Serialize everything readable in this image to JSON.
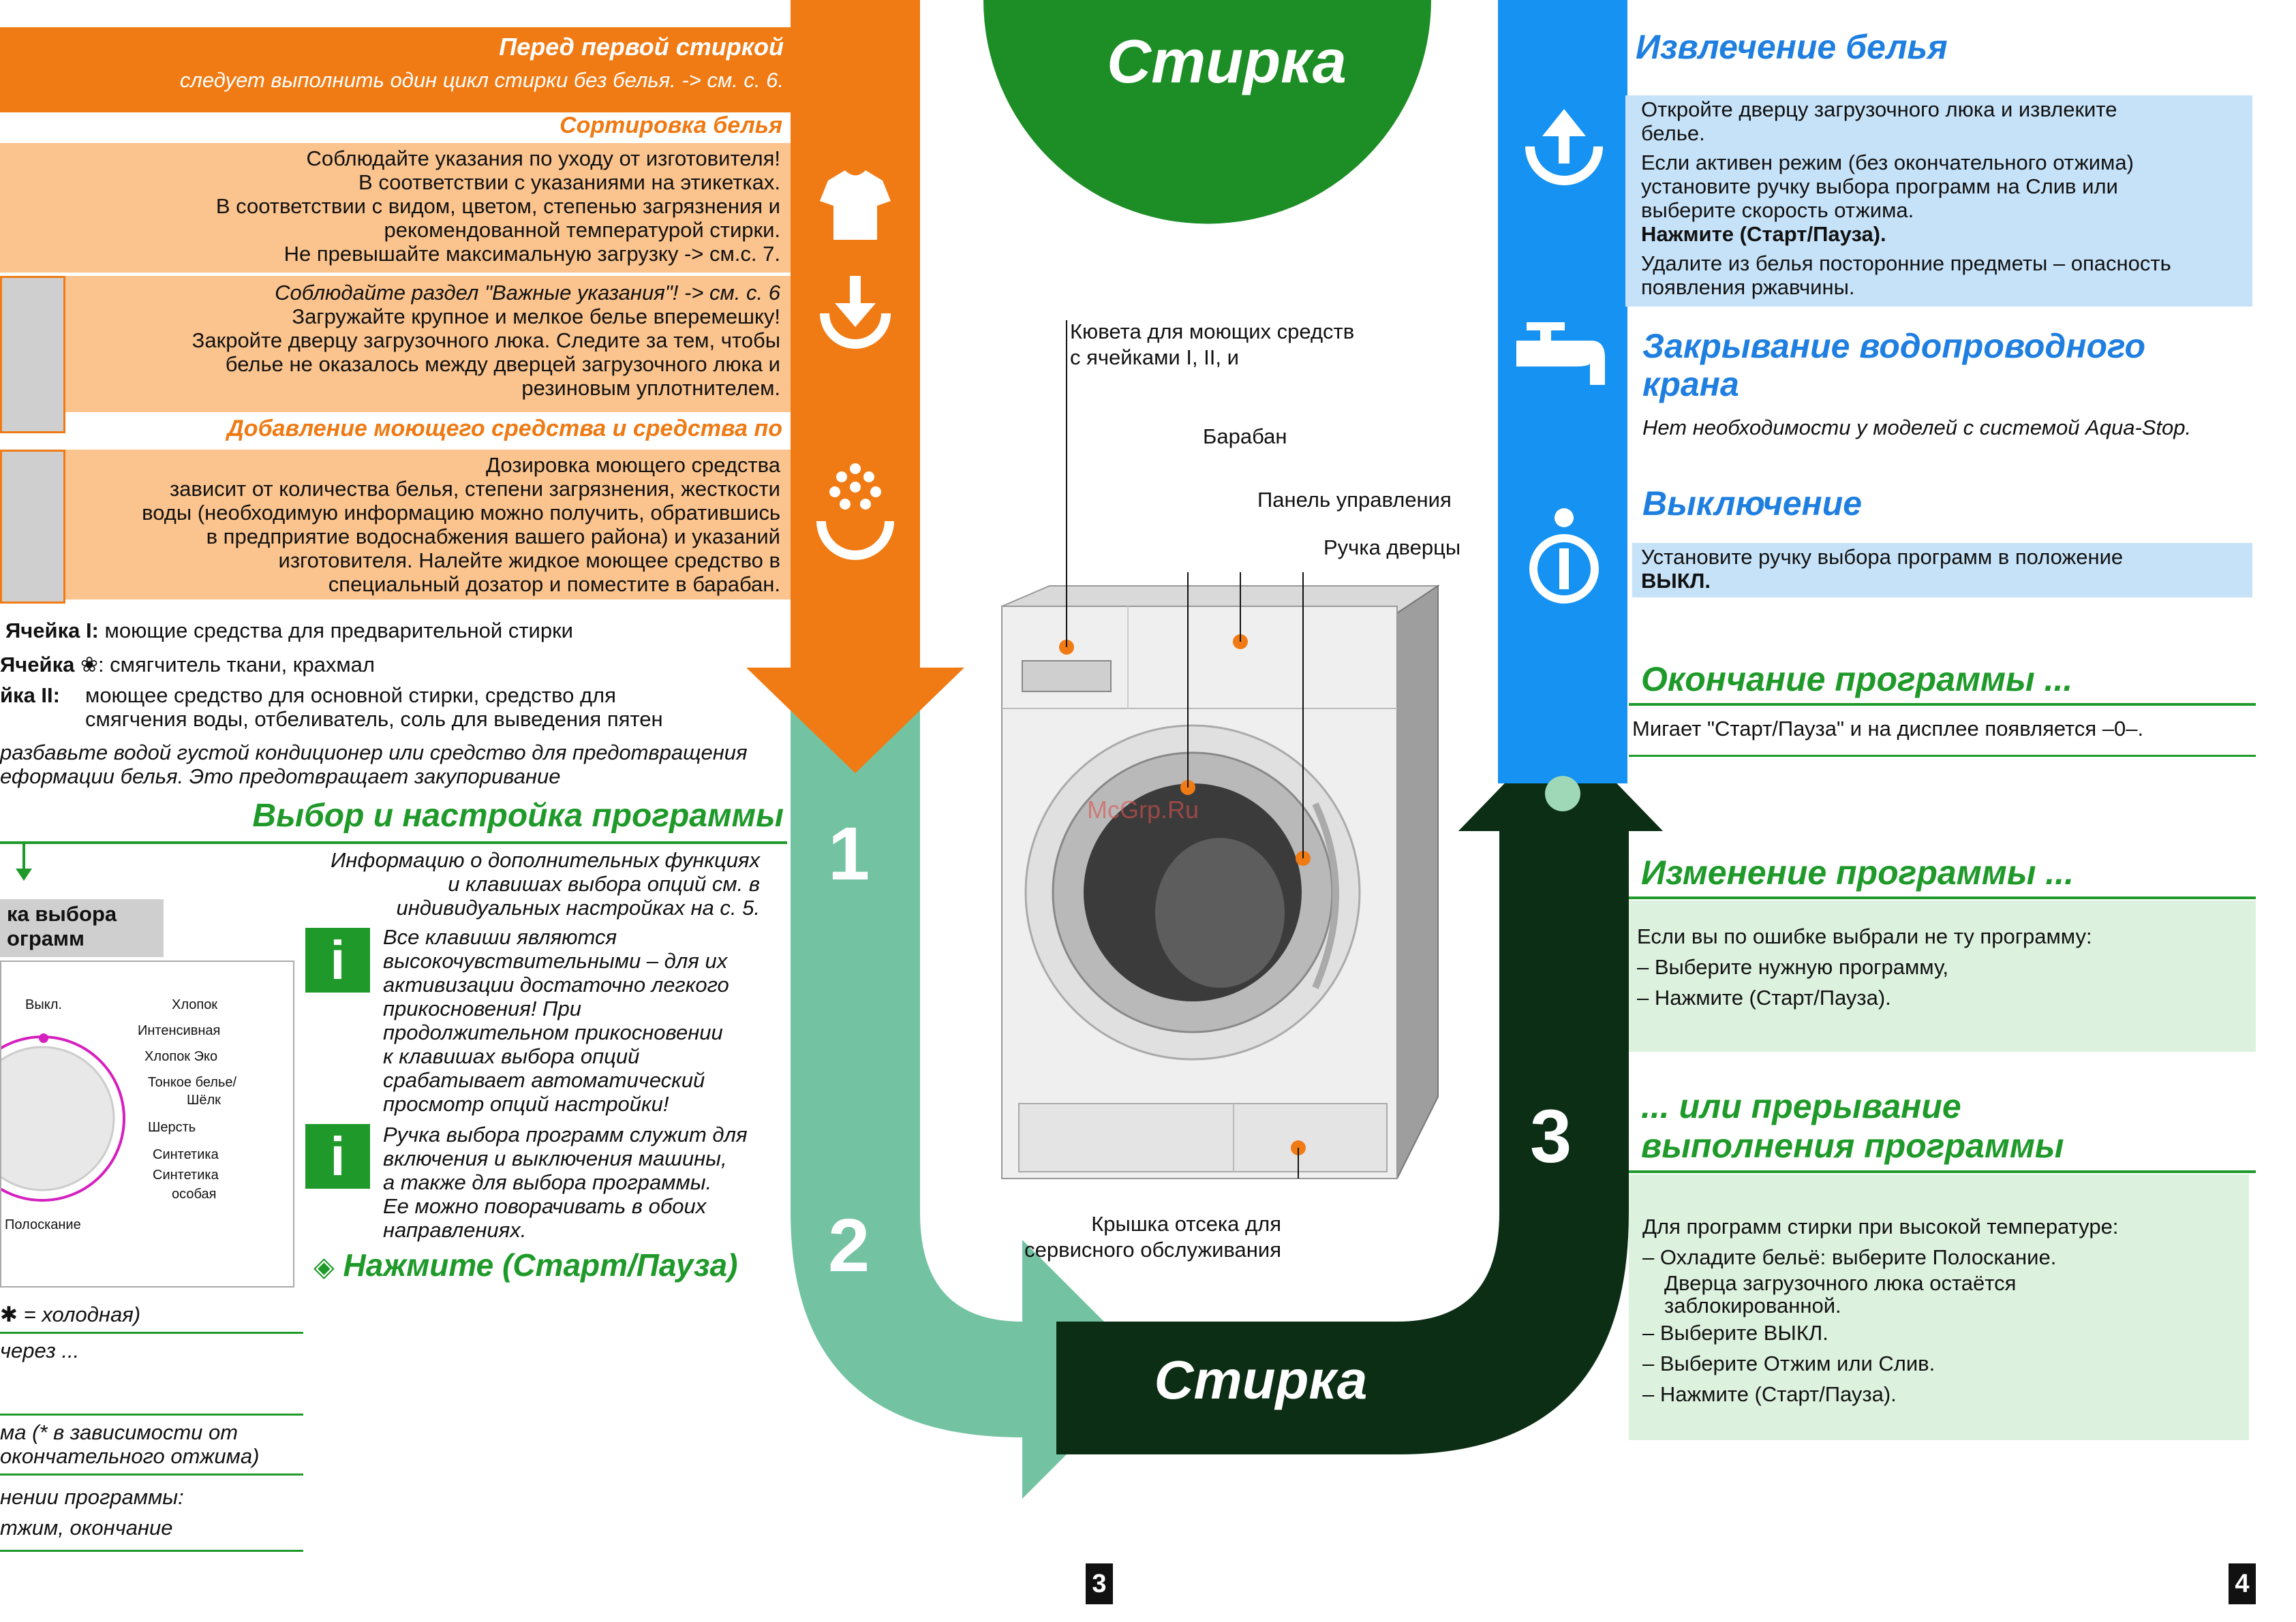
{
  "left": {
    "before_first_title": "Перед первой стиркой",
    "before_first_text": "следует выполнить один цикл стирки без белья. -> см. с. 6.",
    "sorting_title": "Сортировка белья",
    "sorting_lines": [
      "Соблюдайте указания по уходу от изготовителя!",
      "В соответствии с указаниями на этикетках.",
      "В соответствии с видом, цветом, степенью загрязнения и",
      "рекомендованной температурой стирки.",
      "Не превышайте максимальную загрузку -> см.с. 7."
    ],
    "load_lines": [
      "Соблюдайте раздел \"Важные указания\"! -> см. с. 6",
      "Загружайте крупное и мелкое белье вперемешку!",
      "Закройте дверцу загрузочного люка. Следите за тем, чтобы",
      "белье не оказалось между дверцей загрузочного люка и",
      "резиновым уплотнителем."
    ],
    "detergent_title": "Добавление моющего средства и средства по",
    "detergent_lines": [
      "Дозировка моющего средства",
      "зависит от количества белья, степени загрязнения, жесткости",
      "воды (необходимую информацию можно получить, обратившись",
      "в предприятие водоснабжения вашего района) и указаний",
      "изготовителя. Налейте жидкое моющее средство в",
      "специальный дозатор и поместите в барабан."
    ],
    "cell1_label": "Ячейка I:",
    "cell1_text": "моющие средства для предварительной стирки",
    "cell2_label": "Ячейка",
    "cell2_text": ": смягчитель ткани, крахмал",
    "cell3_label": "йка II:",
    "cell3_lines": [
      "моющее средство для основной стирки, средство для",
      "смягчения воды, отбеливатель, соль для выведения пятен"
    ],
    "dilute_lines": [
      "разбавьте водой густой кондиционер или средство для предотвращения",
      "еформации белья. Это предотвращает закупоривание"
    ],
    "program_title": "Выбор и настройка программы",
    "program_info": [
      "Информацию о дополнительных функциях",
      "и клавишах выбора опций см. в",
      "индивидуальных настройках на с. 5."
    ],
    "selector_label": [
      "ка выбора",
      "ограмм"
    ],
    "dial_labels": [
      "Выкл.",
      "Хлопок",
      "Интенсивная",
      "Хлопок Эко",
      "Тонкое белье/",
      "Шёлк",
      "Шерсть",
      "Синтетика",
      "Синтетика",
      "особая",
      "Полоскание"
    ],
    "info1": [
      "Все клавиши являются",
      "высокочувствительными – для их",
      "активизации достаточно легкого",
      "прикосновения! При",
      "продолжительном прикосновении",
      "к клавишах выбора опций",
      "срабатывает автоматический",
      "просмотр опций настройки!"
    ],
    "info2": [
      "Ручка выбора программ служит для",
      "включения и выключения машины,",
      "а также для выбора программы.",
      "Ее можно поворачивать в обоих",
      "направлениях."
    ],
    "press_start": "Нажмите (Старт/Пауза)",
    "bottom_lines": [
      "= холодная)",
      "через ...",
      "ма (* в зависимости от",
      "окончательного отжима)",
      "нении программы:",
      "тжим, окончание"
    ]
  },
  "center": {
    "top_title": "Стирка",
    "bottom_title": "Стирка",
    "step1": "1",
    "step2": "2",
    "step3": "3",
    "callouts": {
      "detergent": [
        "Кювета для моющих средств",
        "с ячейками I, II, и"
      ],
      "drum": "Барабан",
      "panel": "Панель управления",
      "handle": "Ручка дверцы",
      "service": [
        "Крышка отсека для",
        "сервисного обслуживания"
      ]
    },
    "watermark": "McGrp.Ru",
    "page_left": "3"
  },
  "right": {
    "remove_title": "Извлечение белья",
    "remove_lines_1": [
      "Откройте дверцу загрузочного люка и извлеките",
      "белье."
    ],
    "remove_lines_2": [
      "Если активен режим (без окончательного отжима)",
      "установите ручку выбора программ на Слив или",
      "выберите скорость отжима."
    ],
    "remove_press": "Нажмите (Старт/Пауза).",
    "remove_lines_3": [
      "Удалите из белья посторонние предметы – опасность",
      "появления ржавчины."
    ],
    "tap_title": [
      "Закрывание водопроводного",
      "крана"
    ],
    "tap_text": "Нет необходимости у моделей с системой Aqua-Stop.",
    "off_title": "Выключение",
    "off_lines": [
      "Установите ручку выбора программ в положение",
      "ВЫКЛ."
    ],
    "end_title": "Окончание программы ...",
    "end_text": "Мигает \"Старт/Пауза\" и на дисплее появляется –0–.",
    "change_title": "Изменение программы ...",
    "change_lines": [
      "Если вы по ошибке выбрали не ту программу:",
      "– Выберите нужную программу,",
      "– Нажмите (Старт/Пауза)."
    ],
    "abort_title": [
      "... или прерывание",
      "выполнения программы"
    ],
    "abort_lines": [
      "Для программ стирки при высокой температуре:",
      "– Охладите бельё: выберите Полоскание.",
      "Дверца загрузочного люка остаётся",
      "заблокированной.",
      "– Выберите ВЫКЛ.",
      "– Выберите Отжим или Слив.",
      "– Нажмите (Старт/Пауза)."
    ],
    "page_right": "4"
  },
  "colors": {
    "orange": "#f07b14",
    "orange_light": "#fbc38d",
    "green": "#1c8e25",
    "mint": "#73c3a2",
    "dark_green": "#0b2e14",
    "blue": "#1592f2",
    "blue_light": "#c6e2f8"
  }
}
